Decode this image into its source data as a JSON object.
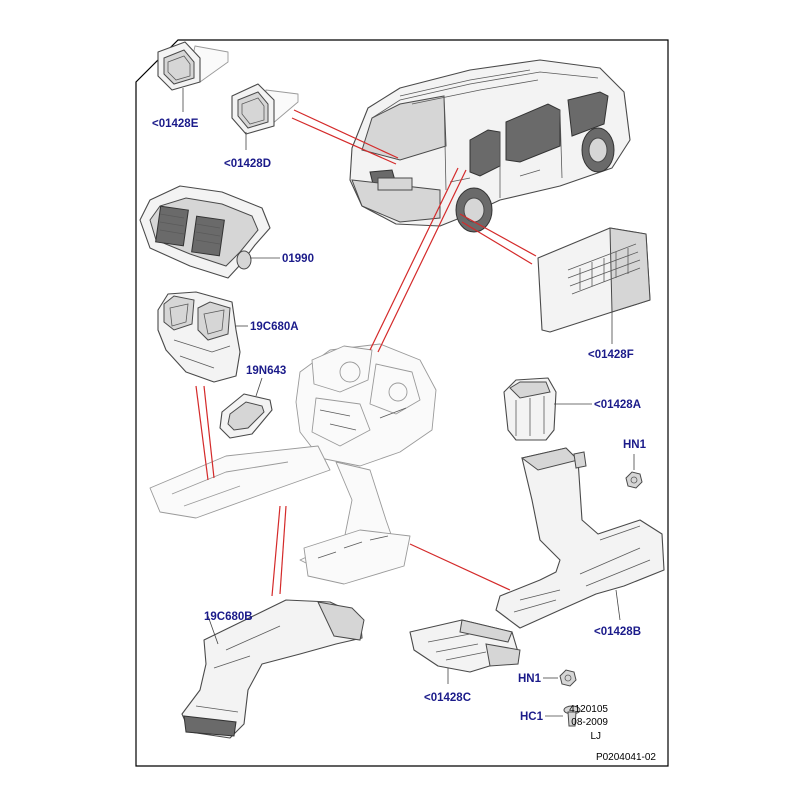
{
  "callouts": {
    "c01428E": "<01428E",
    "c01428D": "<01428D",
    "c01990": "01990",
    "c19C680A": "19C680A",
    "c19N643": "19N643",
    "c01428F": "<01428F",
    "c01428A": "<01428A",
    "cHN1top": "HN1",
    "c19C680B": "19C680B",
    "c01428B": "<01428B",
    "c01428C": "<01428C",
    "cHN1bottom": "HN1",
    "cHC1": "HC1"
  },
  "meta": {
    "code": "4120105",
    "date": "08-2009",
    "initials": "LJ",
    "reference": "P0204041-02"
  },
  "colors": {
    "callout_text": "#1b1b8a",
    "leader_red": "#d42a2a",
    "frame": "#000000"
  }
}
